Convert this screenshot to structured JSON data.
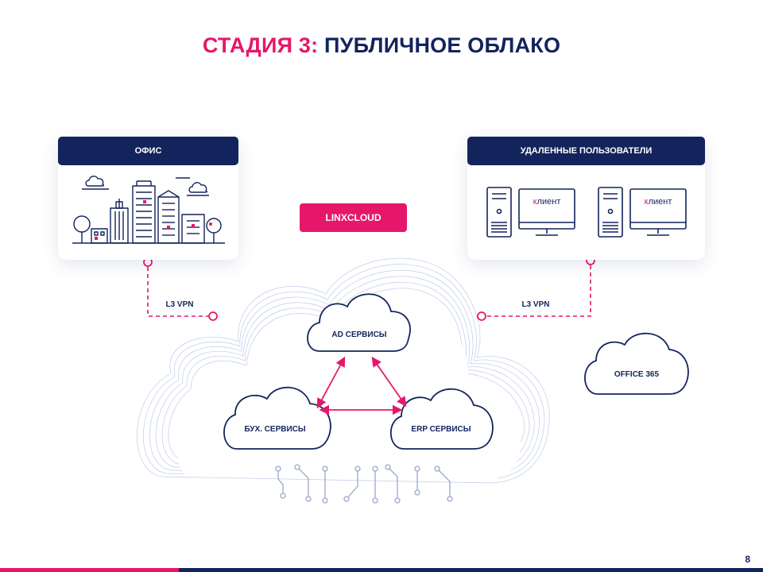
{
  "title": {
    "accent": "СТАДИЯ 3:",
    "main": "ПУБЛИЧНОЕ ОБЛАКО"
  },
  "office_card": {
    "title": "ОФИС"
  },
  "remote_card": {
    "title": "УДАЛЕННЫЕ ПОЛЬЗОВАТЕЛИ",
    "clients": [
      {
        "first_letter": "к",
        "rest": "лиент"
      },
      {
        "first_letter": "к",
        "rest": "лиент"
      }
    ]
  },
  "cloud_provider": "LINXCLOUD",
  "links": {
    "left": "L3 VPN",
    "right": "L3 VPN"
  },
  "services": {
    "ad": "AD СЕРВИСЫ",
    "buh": "БУХ. СЕРВИСЫ",
    "erp": "ERP СЕРВИСЫ",
    "office365": "OFFICE 365"
  },
  "page_number": "8",
  "colors": {
    "accent": "#e6176a",
    "navy": "#13245c",
    "cloud_line": "#b9c6e4"
  }
}
